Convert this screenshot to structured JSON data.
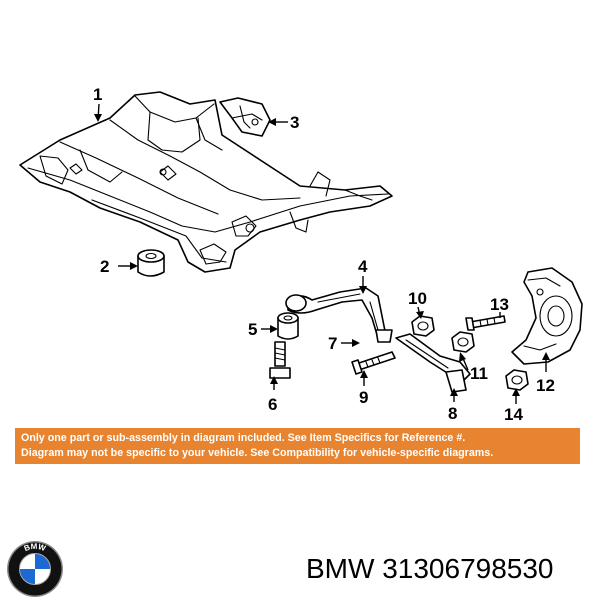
{
  "callouts": {
    "c1": "1",
    "c2": "2",
    "c3": "3",
    "c4": "4",
    "c5": "5",
    "c6": "6",
    "c7": "7",
    "c8": "8",
    "c9": "9",
    "c10": "10",
    "c11": "11",
    "c12": "12",
    "c13": "13",
    "c14": "14"
  },
  "notice": {
    "line1": "Only one part or sub-assembly in diagram included. See Item Specifics for Reference #.",
    "line2": "Diagram may not be specific to your vehicle. See Compatibility for vehicle-specific diagrams."
  },
  "brand": {
    "logo_letters": "BMW",
    "part_label": "BMW 31306798530"
  },
  "colors": {
    "notice_background": "#e8842f",
    "notice_text": "#ffffff",
    "logo_blue": "#1c69d4",
    "logo_ring": "#111111"
  }
}
